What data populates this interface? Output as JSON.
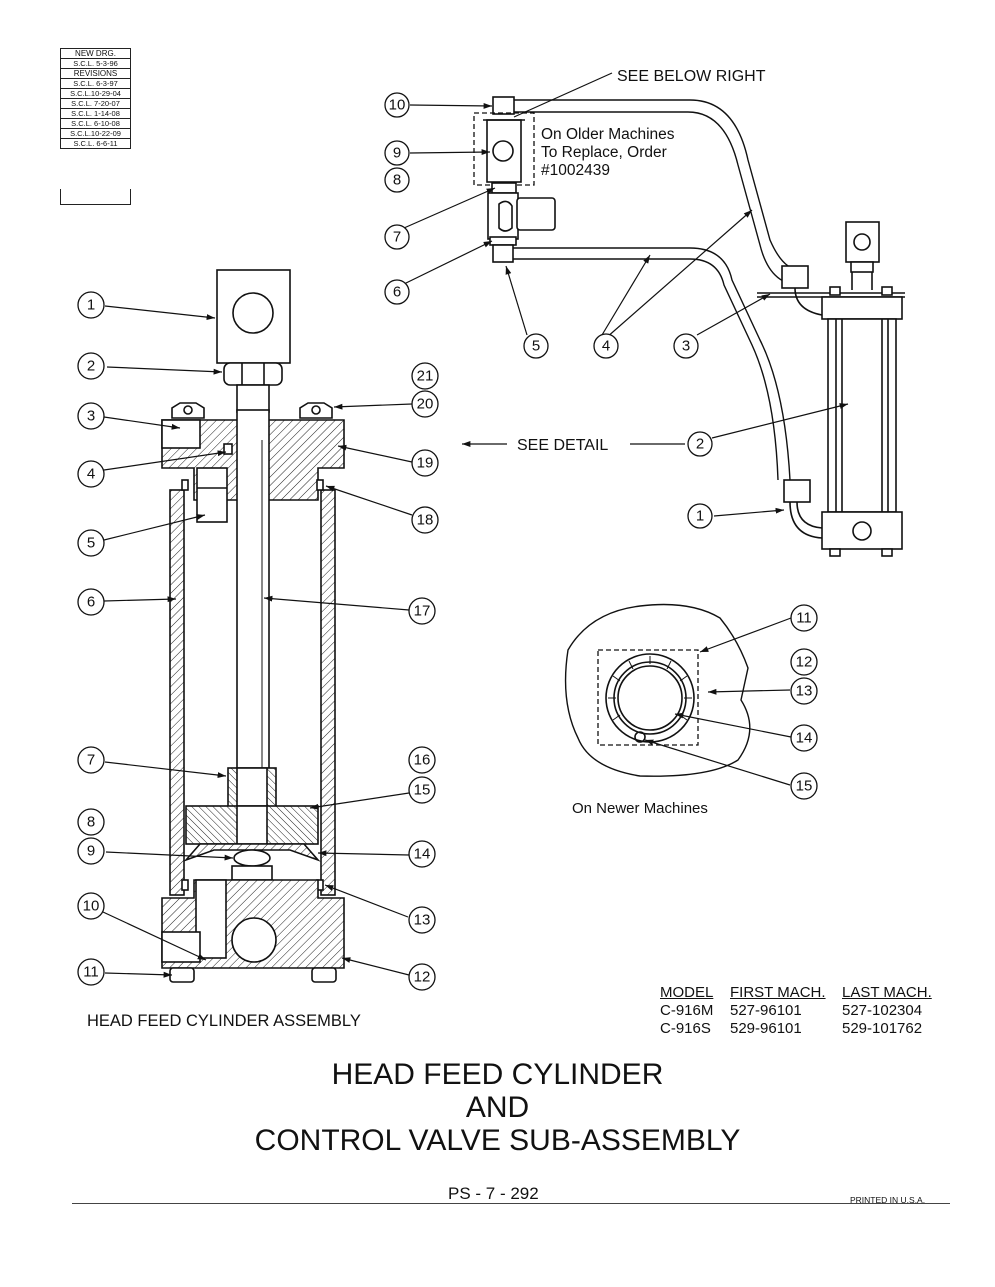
{
  "revisions": {
    "new_drg_label": "NEW DRG.",
    "new_drg_date": "S.C.L. 5-3-96",
    "revisions_label": "REVISIONS",
    "entries": [
      "S.C.L. 6-3-97",
      "S.C.L.10-29-04",
      "S.C.L. 7-20-07",
      "S.C.L. 1-14-08",
      "S.C.L. 6-10-08",
      "S.C.L.10-22-09",
      "S.C.L. 6-6-11"
    ]
  },
  "valve": {
    "see_below_right": "SEE BELOW RIGHT",
    "note_lines": [
      "On Older Machines",
      "To Replace, Order",
      "#1002439"
    ],
    "callouts": [
      "10",
      "9",
      "8",
      "7",
      "6",
      "5",
      "4",
      "3"
    ]
  },
  "mount": {
    "callouts": [
      "2",
      "1"
    ],
    "see_detail": "SEE DETAIL"
  },
  "cylinder": {
    "left_callouts": [
      "1",
      "2",
      "3",
      "4",
      "5",
      "6",
      "7",
      "8",
      "9",
      "10",
      "11"
    ],
    "right_callouts": [
      "21",
      "20",
      "19",
      "18",
      "17",
      "16",
      "15",
      "14",
      "13",
      "12"
    ],
    "caption": "HEAD FEED CYLINDER ASSEMBLY"
  },
  "newer": {
    "callouts": [
      "11",
      "12",
      "13",
      "14",
      "15"
    ],
    "caption": "On Newer Machines"
  },
  "models": {
    "headers": [
      "MODEL",
      "FIRST MACH.",
      "LAST MACH."
    ],
    "rows": [
      {
        "model": "C-916M",
        "first": "527-96101",
        "last": "527-102304"
      },
      {
        "model": "C-916S",
        "first": "529-96101",
        "last": "529-101762"
      }
    ]
  },
  "title": {
    "line1": "HEAD FEED CYLINDER",
    "line2": "AND",
    "line3": "CONTROL VALVE SUB-ASSEMBLY"
  },
  "footer": {
    "page": "PS - 7 - 292",
    "printed": "PRINTED IN U.S.A."
  }
}
